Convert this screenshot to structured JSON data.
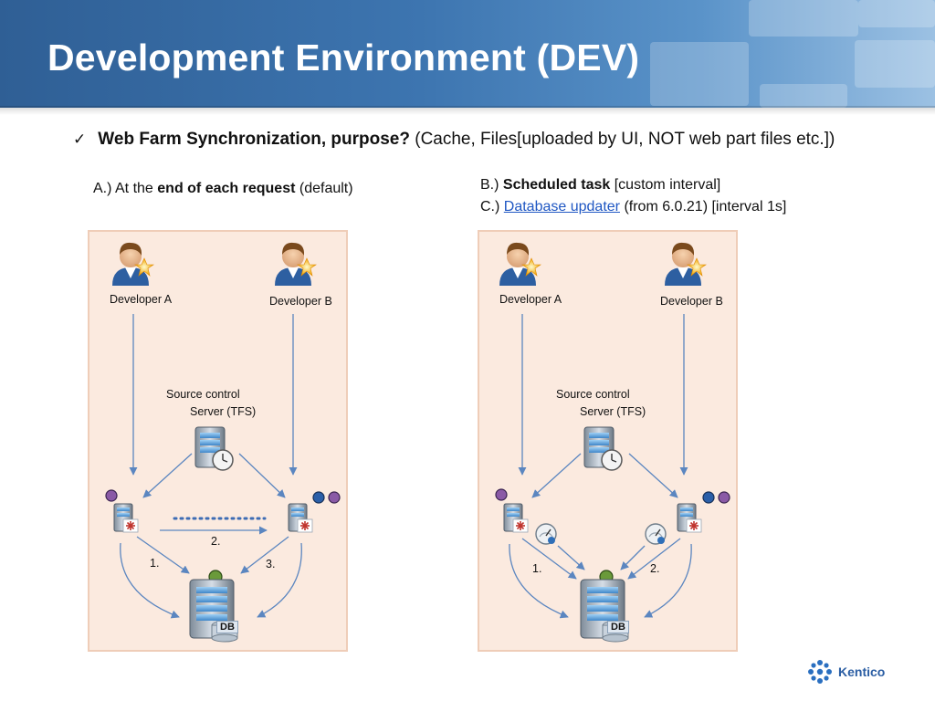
{
  "title": "Development Environment (DEV)",
  "bullet": {
    "bold": "Web Farm Synchronization, purpose?",
    "rest": "(Cache, Files[uploaded by UI, NOT web part files etc.])"
  },
  "option_a": {
    "prefix": "A.) At the",
    "bold": "end of each request",
    "suffix": "(default)"
  },
  "option_b": {
    "prefix": "B.)",
    "bold": "Scheduled task",
    "suffix": "[custom interval]"
  },
  "option_c": {
    "prefix": "C.)",
    "link": "Database updater",
    "suffix": "(from 6.0.21) [interval 1s]"
  },
  "diagram_left": {
    "developer_a": "Developer A",
    "developer_b": "Developer B",
    "source_line1": "Source control",
    "source_line2": "Server (TFS)",
    "step1": "1.",
    "step2": "2.",
    "step3": "3.",
    "db": "DB"
  },
  "diagram_right": {
    "developer_a": "Developer A",
    "developer_b": "Developer B",
    "source_line1": "Source control",
    "source_line2": "Server (TFS)",
    "step1": "1.",
    "step2": "2.",
    "db": "DB"
  },
  "logo": {
    "text": "Kentico"
  },
  "colors": {
    "header": "#3d75b0",
    "panel_bg": "#fbeadf",
    "arrow": "#5b86c0",
    "purple_dot": "#8a5aa6",
    "blue_dot": "#2b5fa8",
    "green_dot": "#6a9a3a",
    "link": "#1f57c3"
  }
}
